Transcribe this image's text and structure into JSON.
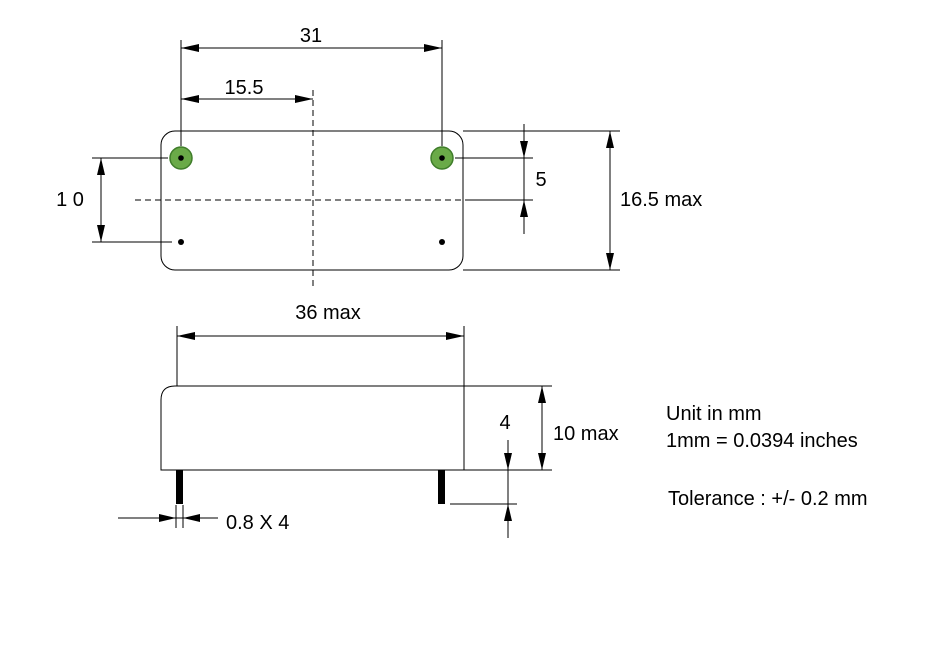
{
  "dimensions": {
    "pin_spacing": "31",
    "half_length": "15.5",
    "row_spacing": "1 0",
    "pin_offset": "5",
    "width_max": "16.5 max",
    "length_max": "36 max",
    "height_max": "10 max",
    "pin_length": "4",
    "pin_size": "0.8 X 4"
  },
  "notes": {
    "unit": "Unit in mm",
    "conversion": "1mm = 0.0394 inches",
    "tolerance": "Tolerance : +/- 0.2 mm"
  },
  "colors": {
    "pad_fill": "#6aaa48",
    "pad_stroke": "#3f7d2a",
    "outline": "#000000"
  }
}
